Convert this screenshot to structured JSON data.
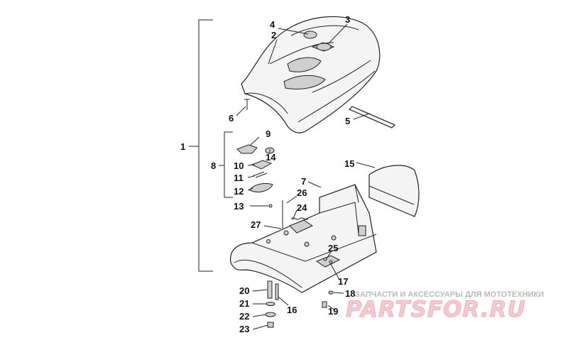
{
  "callouts": {
    "c1": "1",
    "c2": "2",
    "c3": "3",
    "c4": "4",
    "c5": "5",
    "c6": "6",
    "c7": "7",
    "c8": "8",
    "c9": "9",
    "c10": "10",
    "c11": "11",
    "c12": "12",
    "c13": "13",
    "c14": "14",
    "c15": "15",
    "c16": "16",
    "c17": "17",
    "c18": "18",
    "c19": "19",
    "c20": "20",
    "c21": "21",
    "c22": "22",
    "c23": "23",
    "c24": "24",
    "c25": "25",
    "c26": "26",
    "c27": "27"
  },
  "watermark": {
    "tagline": "ЗАПЧАСТИ И АКСЕССУАРЫ ДЛЯ МОТОТЕХНИКИ",
    "logo": "PARTSFOR.RU"
  }
}
